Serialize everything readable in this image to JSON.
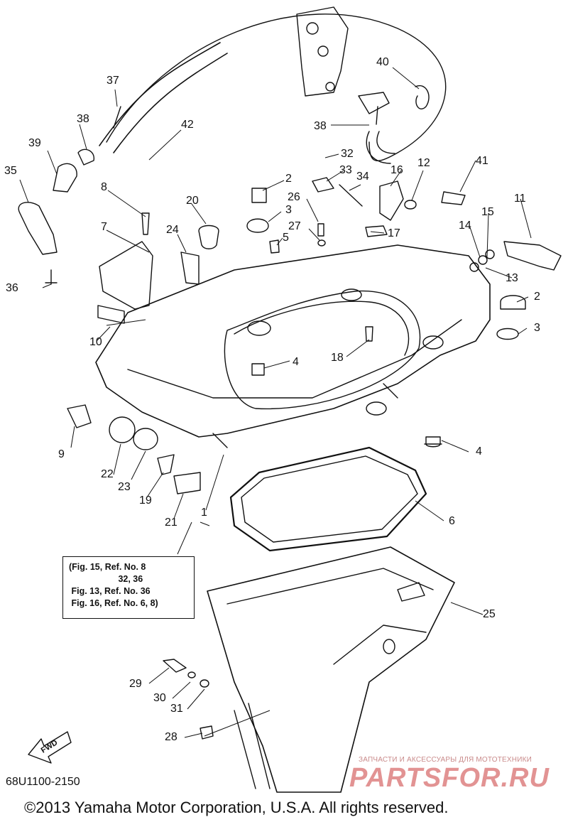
{
  "callouts": {
    "c1": "1",
    "c2a": "2",
    "c2b": "2",
    "c3a": "3",
    "c3b": "3",
    "c4a": "4",
    "c4b": "4",
    "c5": "5",
    "c6": "6",
    "c7": "7",
    "c8": "8",
    "c9": "9",
    "c10": "10",
    "c11": "11",
    "c12": "12",
    "c13": "13",
    "c14": "14",
    "c15": "15",
    "c16": "16",
    "c17": "17",
    "c18": "18",
    "c19": "19",
    "c20": "20",
    "c21": "21",
    "c22": "22",
    "c23": "23",
    "c24": "24",
    "c25": "25",
    "c26": "26",
    "c27": "27",
    "c28": "28",
    "c29": "29",
    "c30": "30",
    "c31": "31",
    "c32": "32",
    "c33": "33",
    "c34": "34",
    "c35": "35",
    "c36": "36",
    "c37": "37",
    "c38a": "38",
    "c38b": "38",
    "c39": "39",
    "c40": "40",
    "c41": "41",
    "c42": "42"
  },
  "note": {
    "line1": "(Fig. 15, Ref. No. 8",
    "line2": "                    32, 36",
    "line3": " Fig. 13, Ref. No. 36",
    "line4": " Fig. 16, Ref. No. 6, 8)"
  },
  "fwd_label": "FWD",
  "diagram_code": "68U1100-2150",
  "copyright": "©2013 Yamaha Motor Corporation, U.S.A. All rights reserved.",
  "watermark": {
    "subtitle": "ЗАПЧАСТИ И АКСЕССУАРЫ ДЛЯ МОТОТЕХНИКИ",
    "brand": "PARTSFOR.RU"
  },
  "colors": {
    "line": "#111111",
    "watermark": "#d97070"
  }
}
